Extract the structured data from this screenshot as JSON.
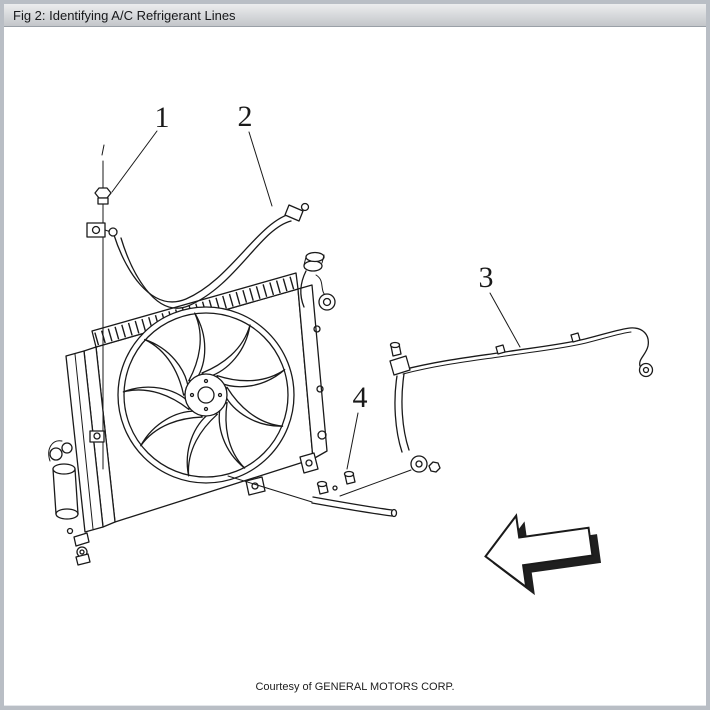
{
  "window": {
    "title": "Fig 2: Identifying A/C Refrigerant Lines"
  },
  "figure": {
    "callouts": [
      {
        "label": "1"
      },
      {
        "label": "2"
      },
      {
        "label": "3"
      },
      {
        "label": "4"
      }
    ],
    "courtesy": "Courtesy of GENERAL MOTORS CORP.",
    "icons": {
      "direction_arrow": "left-block-arrow-icon"
    },
    "colors": {
      "ink": "#1a1a1a",
      "frame": "#b9bec5",
      "titlebar_top": "#ecedee",
      "titlebar_bottom": "#c3c6ca",
      "canvas": "#ffffff"
    }
  }
}
